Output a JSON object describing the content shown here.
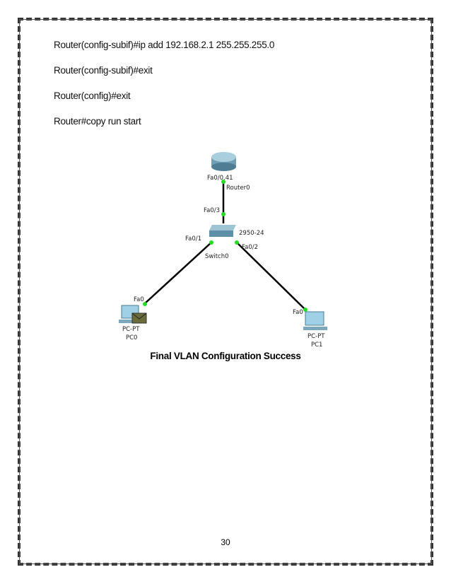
{
  "lines": [
    "Router(config-subif)#ip add 192.168.2.1 255.255.255.0",
    "Router(config-subif)#exit",
    "Router(config)#exit",
    "Router#copy run start"
  ],
  "diagram": {
    "router": {
      "port": "Fa0/0.41",
      "name": "Router0"
    },
    "switch": {
      "uplink_port": "Fa0/3",
      "port1": "Fa0/1",
      "port2": "Fa0/2",
      "model": "2950-24",
      "name": "Switch0"
    },
    "pc0": {
      "port": "Fa0",
      "type": "PC-PT",
      "name": "PC0"
    },
    "pc1": {
      "port": "Fa0",
      "type": "PC-PT",
      "name": "PC1"
    },
    "link_color": "#000000",
    "port_up_color": "#22dd22"
  },
  "caption": "Final VLAN Configuration Success",
  "page_number": "30"
}
